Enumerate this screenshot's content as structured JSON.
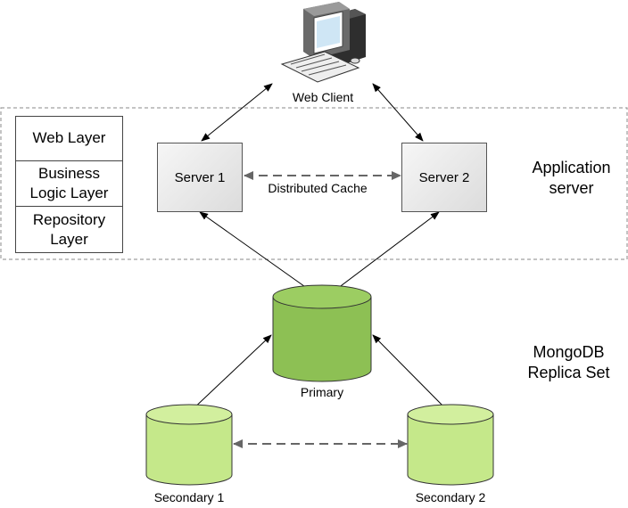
{
  "client": {
    "label": "Web Client"
  },
  "app_server": {
    "title_lines": [
      "Application",
      "server"
    ],
    "layers": [
      "Web Layer",
      "Business\nLogic Layer",
      "Repository\nLayer"
    ],
    "servers": [
      "Server 1",
      "Server 2"
    ],
    "cache_label": "Distributed Cache"
  },
  "replica_set": {
    "title_lines": [
      "MongoDB",
      "Replica Set"
    ],
    "primary": "Primary",
    "secondary_1": "Secondary 1",
    "secondary_2": "Secondary 2"
  },
  "colors": {
    "primary_fill": "#8dc054",
    "secondary_fill": "#c5e88a",
    "db_stroke": "#333333",
    "dashed_border": "#888888",
    "arrow": "#000000",
    "cache_arrow": "#666666"
  }
}
